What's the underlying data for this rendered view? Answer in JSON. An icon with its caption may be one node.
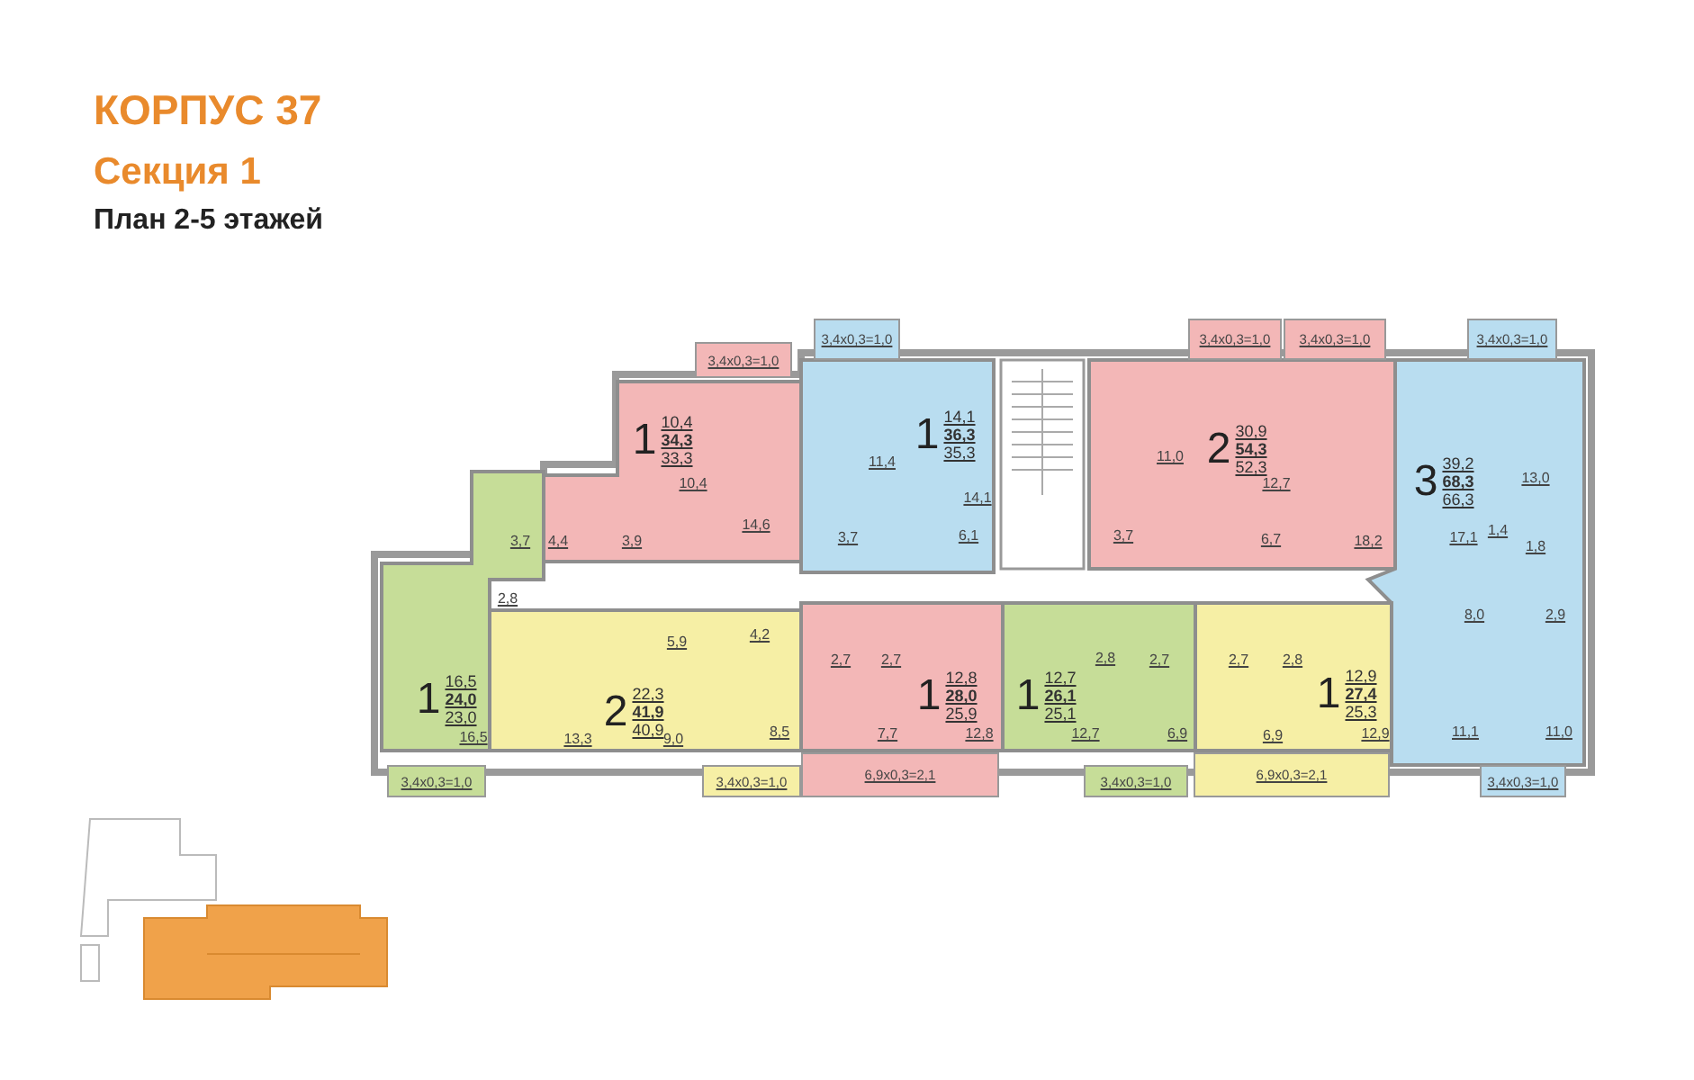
{
  "diagram": {
    "title": "КОРПУС 37",
    "nodes": [
      {
        "text": [
          "1",
          "10,4",
          "34,3",
          "33,3",
          "10,4",
          "14,6",
          "3,9",
          "4,4"
        ]
      },
      {
        "text": [
          "1",
          "14,1",
          "36,3",
          "35,3",
          "11,4",
          "14,1",
          "3,7",
          "6,1"
        ]
      },
      {
        "text": [
          "2",
          "30,9",
          "54,3",
          "52,3",
          "11,0",
          "3,7",
          "12,7",
          "6,7",
          "18,2"
        ]
      },
      {
        "text": [
          "3",
          "39,2",
          "68,3",
          "66,3",
          "13,0",
          "17,1",
          "1,4",
          "1,8",
          "8,0",
          "2,9",
          "11,1",
          "11,0"
        ]
      },
      {
        "text": [
          "1",
          "16,5",
          "24,0",
          "23,0",
          "3,7",
          "2,8",
          "16,5"
        ]
      },
      {
        "text": [
          "2",
          "22,3",
          "41,9",
          "40,9",
          "5,9",
          "4,2",
          "13,3",
          "9,0",
          "8,5"
        ]
      },
      {
        "text": [
          "1",
          "12,8",
          "28,0",
          "25,9",
          "2,7",
          "2,7",
          "7,7",
          "12,8"
        ]
      },
      {
        "text": [
          "1",
          "12,7",
          "26,1",
          "25,1",
          "2,8",
          "2,7",
          "12,7",
          "6,9"
        ]
      },
      {
        "text": [
          "1",
          "12,9",
          "27,4",
          "25,3",
          "2,7",
          "2,8",
          "6,9",
          "12,9"
        ]
      },
      {
        "text": [
          "3,4x0,3=1,0"
        ]
      },
      {
        "text": [
          "3,4x0,3=1,0"
        ]
      },
      {
        "text": [
          "3,4x0,3=1,0"
        ]
      },
      {
        "text": [
          "3,4x0,3=1,0"
        ]
      },
      {
        "text": [
          "3,4x0,3=1,0"
        ]
      },
      {
        "text": [
          "3,4x0,3=1,0"
        ]
      },
      {
        "text": [
          "3,4x0,3=1,0"
        ]
      },
      {
        "text": [
          "6,9x0,3=2,1"
        ]
      },
      {
        "text": [
          "3,4x0,3=1,0"
        ]
      },
      {
        "text": [
          "6,9x0,3=2,1"
        ]
      },
      {
        "text": [
          "3,4x0,3=1,0"
        ]
      }
    ],
    "labels": [
      "Секция 1",
      "План 2-5 этажей"
    ]
  }
}
